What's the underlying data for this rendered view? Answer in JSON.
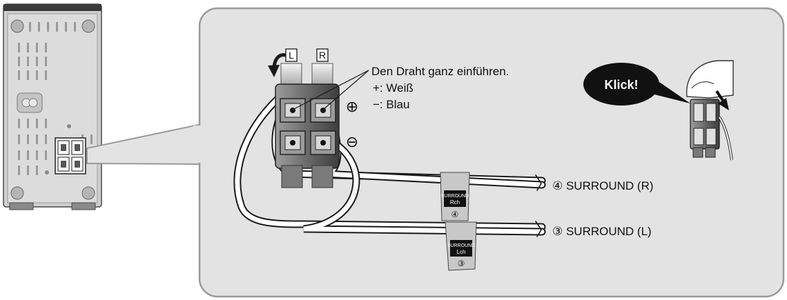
{
  "terminal_labels": {
    "left": "L",
    "right": "R"
  },
  "instruction": {
    "main": "Den Draht ganz einführen.",
    "plus": "+: Weiß",
    "minus": "−: Blau"
  },
  "polarity": {
    "plus": "⊕",
    "minus": "⊖"
  },
  "callout": "Klick!",
  "cables": {
    "surround_r": "④ SURROUND (R)",
    "surround_l": "③ SURROUND (L)"
  },
  "tags": {
    "r": {
      "line1": "SURROUND",
      "line2": "Rch",
      "num": "④"
    },
    "l": {
      "line1": "SURROUND",
      "line2": "Lch",
      "num": "③"
    }
  },
  "colors": {
    "panel": "#e3e3e3",
    "panel_border": "#9a9a9a",
    "speaker_body": "#d6d6d6",
    "dark": "#1a1a1a"
  }
}
